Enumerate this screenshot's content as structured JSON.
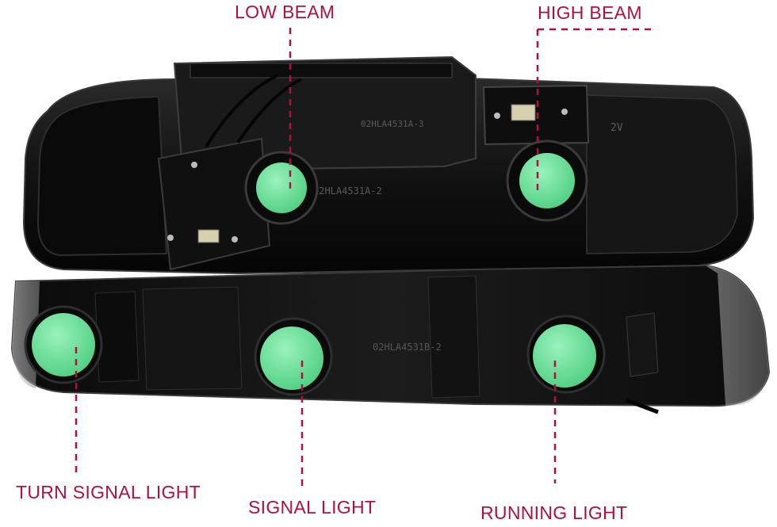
{
  "callouts": {
    "low_beam": "LOW BEAM",
    "high_beam": "HIGH BEAM",
    "turn_signal": "TURN SIGNAL LIGHT",
    "signal": "SIGNAL LIGHT",
    "running": "RUNNING LIGHT"
  },
  "molded_text": {
    "part_a": "02HLA4531A-3",
    "part_b": "02HLA4531A-2",
    "part_c": "02HLA4531B-2",
    "volt": "2V"
  },
  "colors": {
    "callout": "#b0103e",
    "housing": "#121212",
    "bulb_cap": "#7ee8a6"
  }
}
